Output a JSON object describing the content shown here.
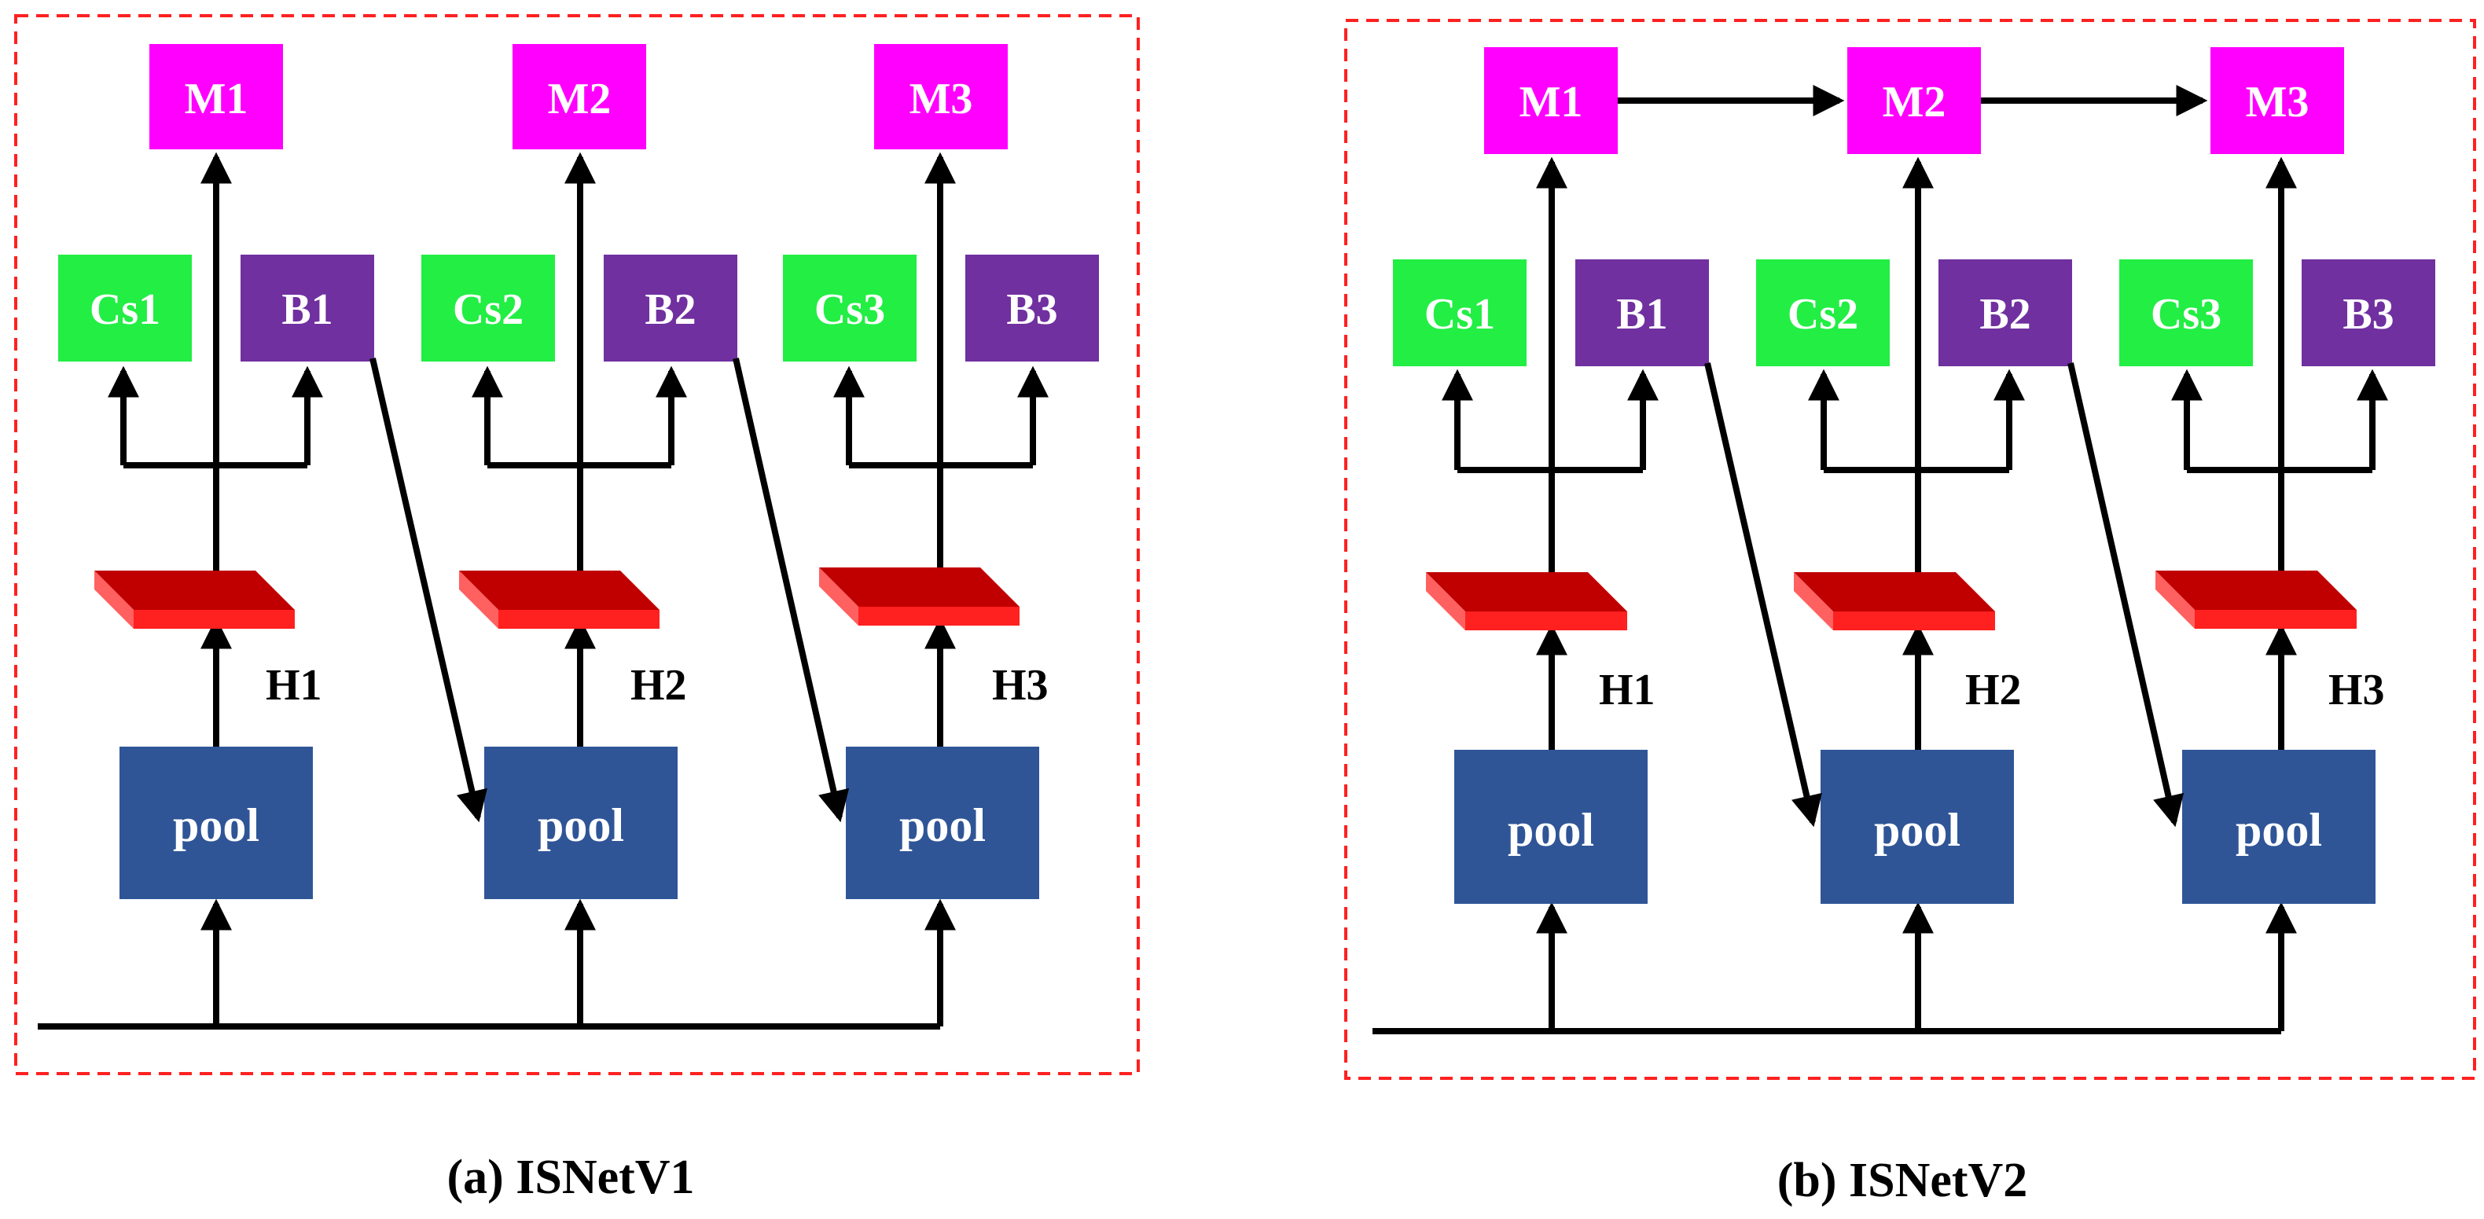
{
  "colors": {
    "M": "#ff00ff",
    "Cs": "#22ee44",
    "B": "#7030a0",
    "pool": "#2f5597",
    "heatmap_top": "#c00000",
    "heatmap_front": "#ff2020",
    "heatmap_side": "#ff6060",
    "frame": "#ff2020"
  },
  "panels": [
    {
      "caption": "(a) ISNetV1",
      "stages": [
        {
          "m": "M1",
          "cs": "Cs1",
          "b": "B1",
          "h": "H1",
          "pool": "pool"
        },
        {
          "m": "M2",
          "cs": "Cs2",
          "b": "B2",
          "h": "H2",
          "pool": "pool"
        },
        {
          "m": "M3",
          "cs": "Cs3",
          "b": "B3",
          "h": "H3",
          "pool": "pool"
        }
      ]
    },
    {
      "caption": "(b) ISNetV2",
      "stages": [
        {
          "m": "M1",
          "cs": "Cs1",
          "b": "B1",
          "h": "H1",
          "pool": "pool"
        },
        {
          "m": "M2",
          "cs": "Cs2",
          "b": "B2",
          "h": "H2",
          "pool": "pool"
        },
        {
          "m": "M3",
          "cs": "Cs3",
          "b": "B3",
          "h": "H3",
          "pool": "pool"
        }
      ]
    }
  ]
}
